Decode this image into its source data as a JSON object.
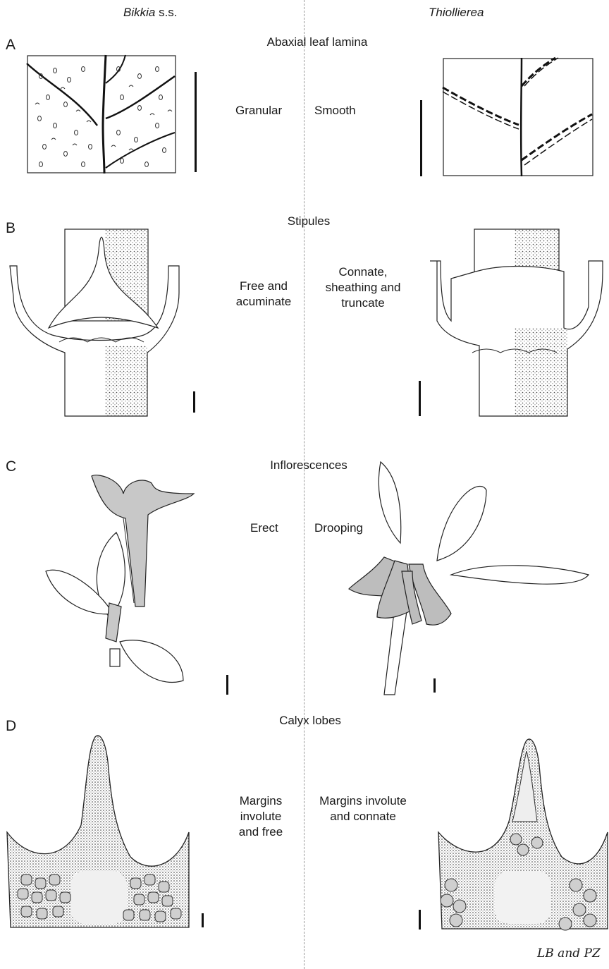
{
  "headers": {
    "left_genus": "Bikkia",
    "left_suffix": " s.s.",
    "right_genus": "Thiollierea"
  },
  "panels": [
    {
      "letter": "A",
      "title": "Abaxial leaf lamina",
      "left_trait": "Granular",
      "right_trait": "Smooth"
    },
    {
      "letter": "B",
      "title": "Stipules",
      "left_trait": "Free and acuminate",
      "right_trait": "Connate, sheathing and truncate"
    },
    {
      "letter": "C",
      "title": "Inflorescences",
      "left_trait": "Erect",
      "right_trait": "Drooping"
    },
    {
      "letter": "D",
      "title": "Calyx lobes",
      "left_trait": "Margins involute and free",
      "right_trait": "Margins involute and connate"
    }
  ],
  "signature": "LB and PZ"
}
